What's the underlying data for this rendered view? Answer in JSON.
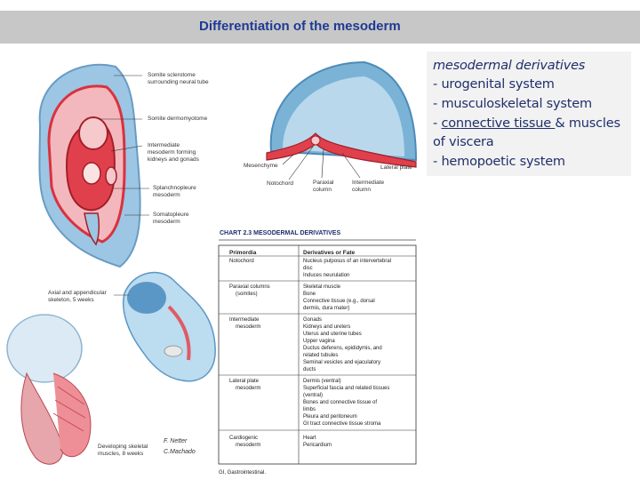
{
  "title": "Differentiation of the mesoderm",
  "side_panel": {
    "heading": "mesodermal derivatives",
    "items": [
      "- urogenital system",
      "- musculoskeletal system",
      "- connective tissue & muscles",
      "of viscera",
      "- hemopoetic system"
    ],
    "underlined_phrase": "connective tissue "
  },
  "figure": {
    "left_labels": {
      "somite_sclerotome": [
        "Somite sclerotome",
        "surrounding neural tube"
      ],
      "somite_dermomyotome": [
        "Somite dermomyotome"
      ],
      "intermediate_mesoderm": [
        "Intermediate",
        "mesoderm forming",
        "kidneys and gonads"
      ],
      "splanchnopleure": [
        "Splanchnopleure",
        "mesoderm"
      ],
      "somatopleure": [
        "Somatopleure",
        "mesoderm"
      ],
      "axial_skeleton": [
        "Axial and appendicular",
        "skeleton, 5 weeks"
      ],
      "developing_muscles": [
        "Developing skeletal",
        "muscles, 8 weeks"
      ]
    },
    "top_labels": {
      "mesenchyme": "Mesenchyme",
      "lateral_plate": "Lateral plate",
      "notochord": "Notochord",
      "paraxial_column": [
        "Paraxial",
        "column"
      ],
      "intermediate_column": [
        "Intermediate",
        "column"
      ]
    },
    "signature": [
      "F. Netter",
      "C.Machado"
    ]
  },
  "chart": {
    "title": "CHART 2.3   MESODERMAL DERIVATIVES",
    "headers": [
      "Primordia",
      "Derivatives or Fate"
    ],
    "rows": [
      {
        "primordia": [
          "Notochord"
        ],
        "fate": [
          "Nucleus pulposus of an intervertebral",
          "  disc",
          "Induces neurulation"
        ]
      },
      {
        "primordia": [
          "Paraxial columns",
          "(somites)"
        ],
        "fate": [
          "Skeletal muscle",
          "Bone",
          "Connective tissue (e.g., dorsal",
          "  dermis, dura mater)"
        ]
      },
      {
        "primordia": [
          "Intermediate",
          "mesoderm"
        ],
        "fate": [
          "Gonads",
          "Kidneys and ureters",
          "Uterus and uterine tubes",
          "Upper vagina",
          "Ductus deferens, epididymis, and",
          "  related tubules",
          "Seminal vesicles and ejaculatory",
          "  ducts"
        ]
      },
      {
        "primordia": [
          "Lateral plate",
          "mesoderm"
        ],
        "fate": [
          "Dermis (ventral)",
          "Superficial fascia and related tissues",
          "  (ventral)",
          "Bones and connective tissue of",
          "  limbs",
          "Pleura and peritoneum",
          "GI tract connective tissue stroma"
        ]
      },
      {
        "primordia": [
          "Cardiogenic",
          "mesoderm"
        ],
        "fate": [
          "Heart",
          "Pericardium"
        ]
      }
    ],
    "footnote": "GI, Gastrointestinal."
  },
  "colors": {
    "title_bar": "#c7c7c7",
    "title_text": "#1f3a93",
    "side_text": "#1f2f6b",
    "side_box": "#f2f2f2",
    "tissue_red": "#d9323f",
    "tissue_blue": "#7bb3d6",
    "tissue_pink": "#f2a3a8"
  }
}
